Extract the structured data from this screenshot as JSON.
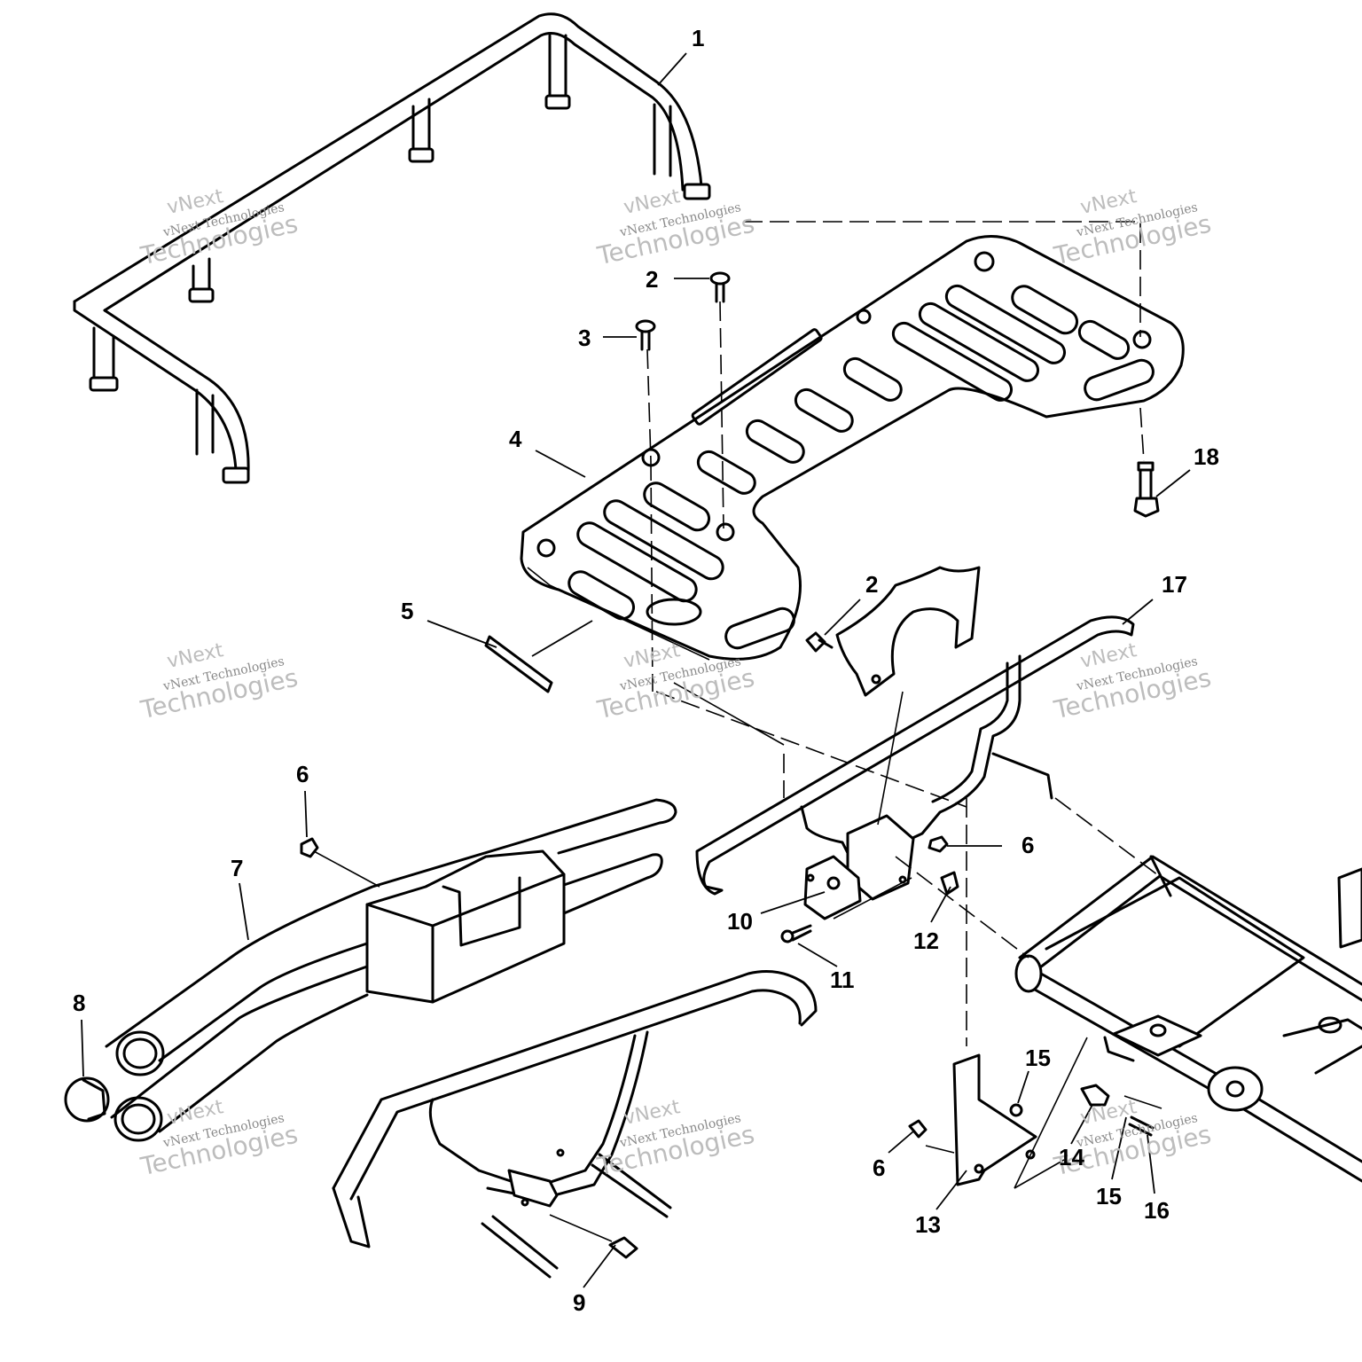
{
  "callouts": [
    "1",
    "2",
    "3",
    "4",
    "5",
    "2",
    "17",
    "18",
    "6",
    "7",
    "8",
    "6",
    "10",
    "11",
    "12",
    "13",
    "14",
    "15",
    "15",
    "16",
    "9",
    "6"
  ],
  "watermark": {
    "brand": "vNext",
    "line1": "vNext Technologies",
    "line2": "Technologies"
  },
  "colors": {
    "line": "#000000",
    "background": "#ffffff",
    "watermark": "#bdbdbd"
  }
}
